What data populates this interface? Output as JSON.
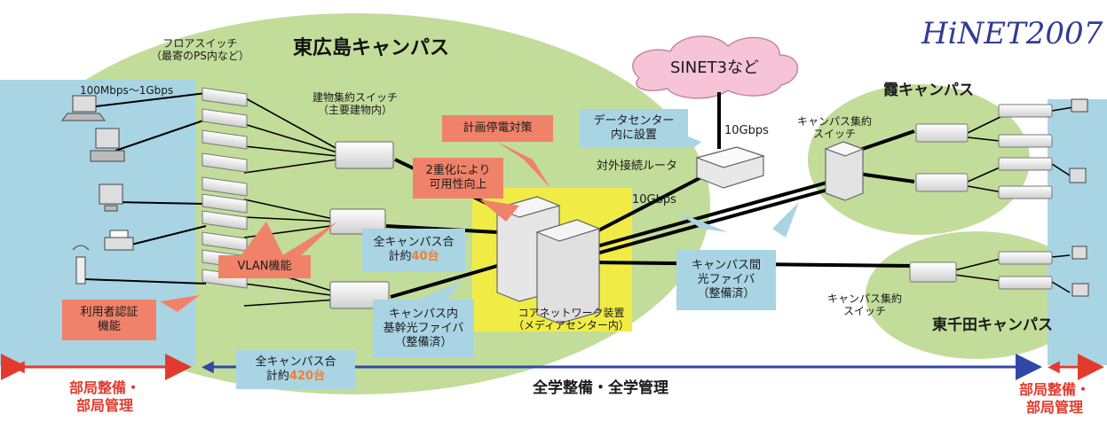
{
  "logo": "HiNET2007",
  "campuses": {
    "higashi_hiroshima": "東広島キャンパス",
    "kasumi": "霞キャンパス",
    "higashi_senda": "東千田キャンパス"
  },
  "external": {
    "sinet": "SINET3など",
    "datacenter": [
      "データセンター",
      "内に設置"
    ],
    "router": "対外接続ルータ",
    "speed_top": "10Gbps",
    "speed_core": "10Gbps"
  },
  "switches": {
    "floor": [
      "フロアスイッチ",
      "（最寄のPS内など）"
    ],
    "building": [
      "建物集約スイッチ",
      "（主要建物内）"
    ],
    "campus_agg_kasumi": [
      "キャンパス集約",
      "スイッチ"
    ],
    "campus_agg_senda": [
      "キャンパス集約",
      "スイッチ"
    ]
  },
  "client_speed": "100Mbps～1Gbps",
  "core": [
    "コアネットワーク装置",
    "（メディアセンター内）"
  ],
  "callouts": {
    "power": "計画停電対策",
    "redundancy": [
      "2重化により",
      "可用性向上"
    ],
    "vlan": "VLAN機能",
    "auth": [
      "利用者認証",
      "機能"
    ],
    "all_campus_40": {
      "line1": "全キャンパス合",
      "prefix": "計約",
      "num": "40台"
    },
    "all_campus_420": {
      "line1": "全キャンパス合",
      "prefix": "計約",
      "num": "420台"
    },
    "backbone": [
      "キャンパス内",
      "基幹光ファイバ",
      "（整備済）"
    ],
    "intercampus": [
      "キャンパス間",
      "光ファイバ",
      "（整備済）"
    ]
  },
  "footer": {
    "left": [
      "部局整備・",
      "部局管理"
    ],
    "center": "全学整備・全学管理",
    "right": [
      "部局整備・",
      "部局管理"
    ]
  },
  "colors": {
    "campus_green": "#c2dc9a",
    "dept_blue": "#a9d4e4",
    "core_yellow": "#f1ec45",
    "callout_orange": "#f0826a",
    "cloud_pink": "#f6c4d6",
    "arrow_red": "#e23b2e",
    "arrow_blue": "#2f48a8"
  }
}
